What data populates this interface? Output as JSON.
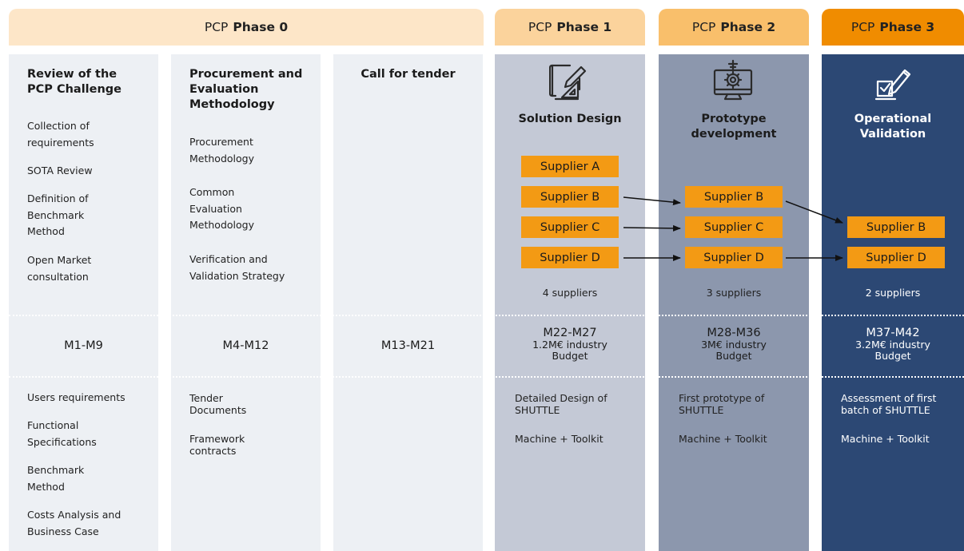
{
  "headers": {
    "prefix": "PCP",
    "phase0": "Phase 0",
    "phase1": "Phase 1",
    "phase2": "Phase 2",
    "phase3": "Phase 3"
  },
  "colors": {
    "header_phase0": "#fde6c8",
    "header_phase1": "#fbd39c",
    "header_phase2": "#f9bf6b",
    "header_phase3": "#f08c00",
    "phase0_column": "#edf0f4",
    "phase1_column": "#c4c9d6",
    "phase2_column": "#8c97ad",
    "phase3_column": "#2c4874",
    "supplier_box": "#f39a14"
  },
  "phase0": {
    "col1": {
      "title": "Review of the PCP Challenge",
      "items": [
        "Collection of requirements",
        "SOTA Review",
        "Definition of Benchmark Method",
        "Open Market consultation"
      ],
      "months": "M1-M9",
      "outputs": [
        "Users requirements",
        "Functional Specifications",
        "Benchmark Method",
        "Costs Analysis and Business Case"
      ]
    },
    "col2": {
      "title": "Procurement and Evaluation Methodology",
      "items": [
        "Procurement Methodology",
        "Common Evaluation Methodology",
        "Verification and Validation Strategy"
      ],
      "months": "M4-M12",
      "outputs": [
        "Tender Documents",
        "Framework contracts"
      ]
    },
    "col3": {
      "title": "Call for tender",
      "months": "M13-M21"
    }
  },
  "phase1": {
    "icon": "design-drafting-icon",
    "title": "Solution Design",
    "suppliers": [
      "Supplier A",
      "Supplier B",
      "Supplier C",
      "Supplier D"
    ],
    "count": "4 suppliers",
    "months": "M22-M27",
    "budget_line1": "1.2M€ industry",
    "budget_line2": "Budget",
    "output": "Detailed Design of SHUTTLE",
    "output2": "Machine + Toolkit"
  },
  "phase2": {
    "icon": "computer-gear-icon",
    "title": "Prototype development",
    "suppliers": [
      "Supplier B",
      "Supplier C",
      "Supplier D"
    ],
    "count": "3 suppliers",
    "months": "M28-M36",
    "budget_line1": "3M€ industry",
    "budget_line2": "Budget",
    "output": "First prototype of SHUTTLE",
    "output2": "Machine + Toolkit"
  },
  "phase3": {
    "icon": "checklist-pen-icon",
    "title": "Operational Validation",
    "suppliers": [
      "Supplier B",
      "Supplier D"
    ],
    "count": "2 suppliers",
    "months": "M37-M42",
    "budget_line1": "3.2M€ industry",
    "budget_line2": "Budget",
    "output": "Assessment of first batch of SHUTTLE",
    "output2": "Machine + Toolkit"
  }
}
